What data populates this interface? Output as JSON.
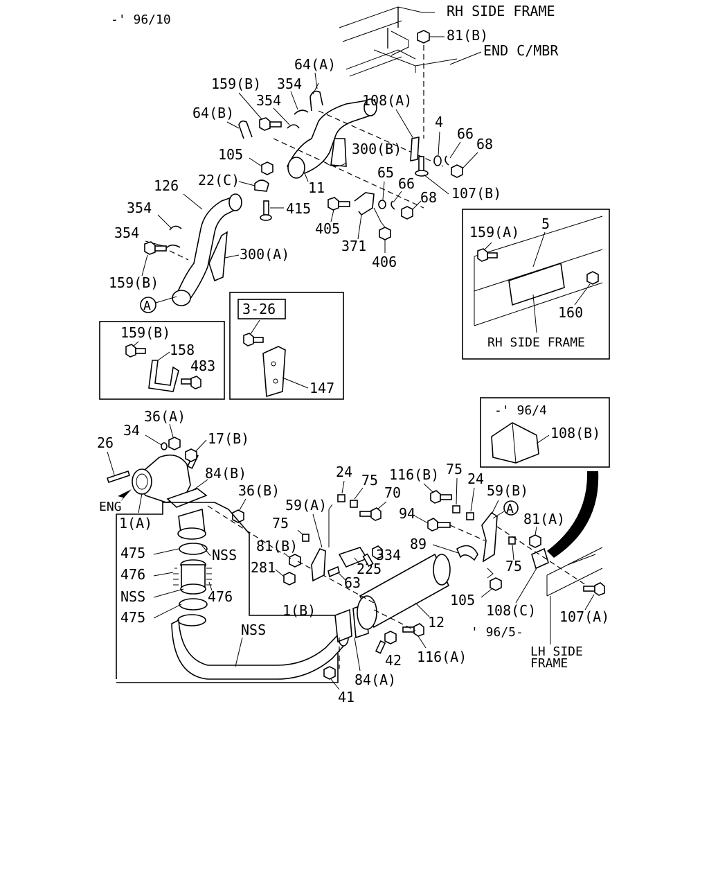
{
  "header": {
    "date_code": "-' 96/10"
  },
  "labels": {
    "rh_side_frame_top": "RH SIDE FRAME",
    "end_cmbr": "END C/MBR",
    "l_81b_top": "81(B)",
    "l_64a": "64(A)",
    "l_159b_a": "159(B)",
    "l_354_a": "354",
    "l_354_b": "354",
    "l_64b": "64(B)",
    "l_108a": "108(A)",
    "l_4": "4",
    "l_66_a": "66",
    "l_68_a": "68",
    "l_300b": "300(B)",
    "l_105_a": "105",
    "l_22c": "22(C)",
    "l_11": "11",
    "l_65": "65",
    "l_66_b": "66",
    "l_107b": "107(B)",
    "l_126": "126",
    "l_415": "415",
    "l_405": "405",
    "l_68_b": "68",
    "l_354_c": "354",
    "l_354_d": "354",
    "l_371": "371",
    "l_406": "406",
    "l_300a": "300(A)",
    "l_159b_b": "159(B)",
    "circle_a_top": "A",
    "l_eng": "ENG",
    "l_1a": "1(A)",
    "l_26": "26",
    "l_34": "34",
    "l_36a": "36(A)",
    "l_17b": "17(B)",
    "l_84b": "84(B)",
    "l_36b": "36(B)",
    "l_475_a": "475",
    "l_476_a": "476",
    "l_nss_a": "NSS",
    "l_nss_b": "NSS",
    "l_476_b": "476",
    "l_475_b": "475",
    "l_nss_c": "NSS",
    "l_1b": "1(B)",
    "l_41": "41",
    "l_84a": "84(A)",
    "l_42": "42",
    "l_116a": "116(A)",
    "l_12": "12",
    "l_date_96_5": "' 96/5-",
    "l_281": "281",
    "l_81b_mid": "81(B)",
    "l_63": "63",
    "l_75_a": "75",
    "l_59a": "59(A)",
    "l_24_a": "24",
    "l_75_b": "75",
    "l_70": "70",
    "l_334": "334",
    "l_225": "225",
    "l_116b": "116(B)",
    "l_75_c": "75",
    "l_24_b": "24",
    "l_59b": "59(B)",
    "l_94": "94",
    "l_89": "89",
    "circle_a_mid": "A",
    "l_81a": "81(A)",
    "l_75_d": "75",
    "l_105_b": "105",
    "l_108c": "108(C)",
    "l_107a": "107(A)",
    "l_lh_side": "LH SIDE",
    "l_frame": "FRAME"
  },
  "insets": {
    "inset_rh": {
      "l_159a": "159(A)",
      "l_5": "5",
      "l_160": "160",
      "l_frame": "RH SIDE FRAME"
    },
    "inset_159": {
      "l_159b": "159(B)",
      "l_158": "158",
      "l_483": "483"
    },
    "inset_326": {
      "l_ref": "3-26",
      "l_147": "147"
    },
    "inset_108b": {
      "l_date": "-' 96/4",
      "l_108b": "108(B)"
    }
  }
}
